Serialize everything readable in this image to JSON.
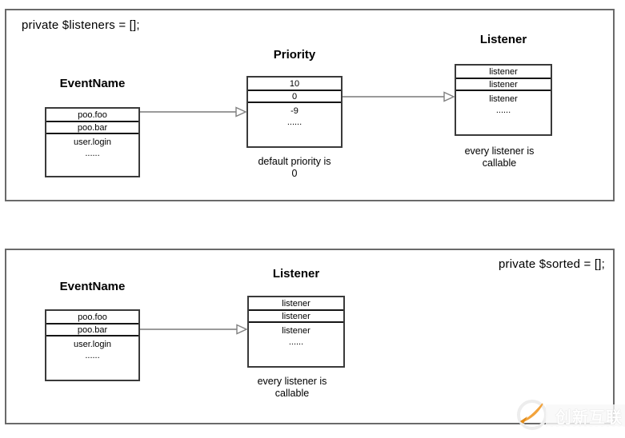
{
  "top_panel": {
    "code": "private $listeners = [];",
    "eventname": {
      "title": "EventName",
      "rows": [
        "poo.foo",
        "poo.bar",
        "user.login",
        "......"
      ]
    },
    "priority": {
      "title": "Priority",
      "rows": [
        "10",
        "0",
        "-9",
        "......"
      ],
      "caption_line1": "default priority is",
      "caption_line2": "0"
    },
    "listener": {
      "title": "Listener",
      "rows": [
        "listener",
        "listener",
        "listener",
        "......"
      ],
      "caption_line1": "every listener is",
      "caption_line2": "callable"
    }
  },
  "bottom_panel": {
    "code": "private $sorted = [];",
    "eventname": {
      "title": "EventName",
      "rows": [
        "poo.foo",
        "poo.bar",
        "user.login",
        "......"
      ]
    },
    "listener": {
      "title": "Listener",
      "rows": [
        "listener",
        "listener",
        "listener",
        "......"
      ],
      "caption_line1": "every listener is",
      "caption_line2": "callable"
    }
  },
  "watermark": {
    "brand": "创新互联",
    "logo": "swoosh-check-icon"
  },
  "colors": {
    "background": "#ffffff",
    "panel_border": "#6a6a6a",
    "table_border": "#3a3a3a",
    "arrow_line": "#9a9a9a",
    "arrow_head_stroke": "#808080",
    "text": "#000000",
    "watermark_orange": "#f2a33c",
    "watermark_orange_dark": "#e08a18",
    "watermark_ring": "#ededed"
  }
}
